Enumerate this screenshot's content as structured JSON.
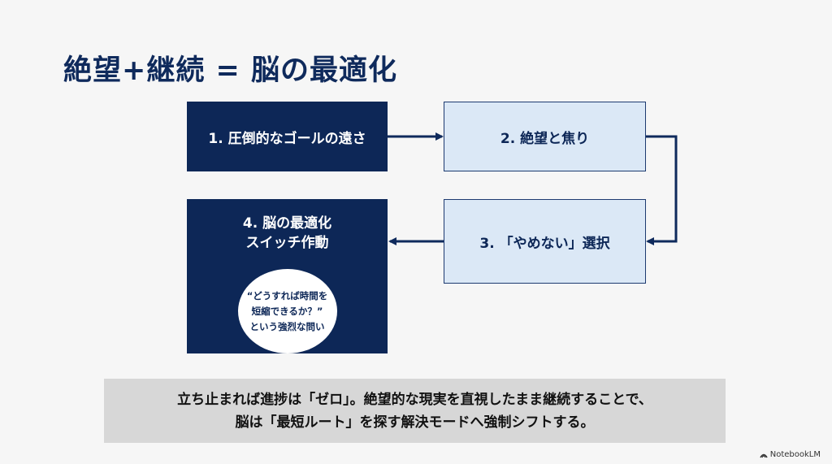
{
  "title": "絶望+継続 = 脳の最適化",
  "steps": {
    "s1": "1. 圧倒的なゴールの遠さ",
    "s2": "2. 絶望と焦り",
    "s3": "3. 「やめない」選択",
    "s4_line1": "4. 脳の最適化",
    "s4_line2": "スイッチ作動",
    "circle": [
      "“どうすれば時間を",
      "短縮できるか？”",
      "という強烈な問い"
    ]
  },
  "note": [
    "立ち止まれば進捗は「ゼロ」。絶望的な現実を直視したまま継続することで、",
    "脳は「最短ルート」を探す解決モードへ強制シフトする。"
  ],
  "brand": "NotebookLM",
  "colors": {
    "dark_box": "#0d2757",
    "light_box": "#dbe8f6",
    "arrow": "#0f2a5c",
    "note_bg": "#d7d7d7"
  }
}
